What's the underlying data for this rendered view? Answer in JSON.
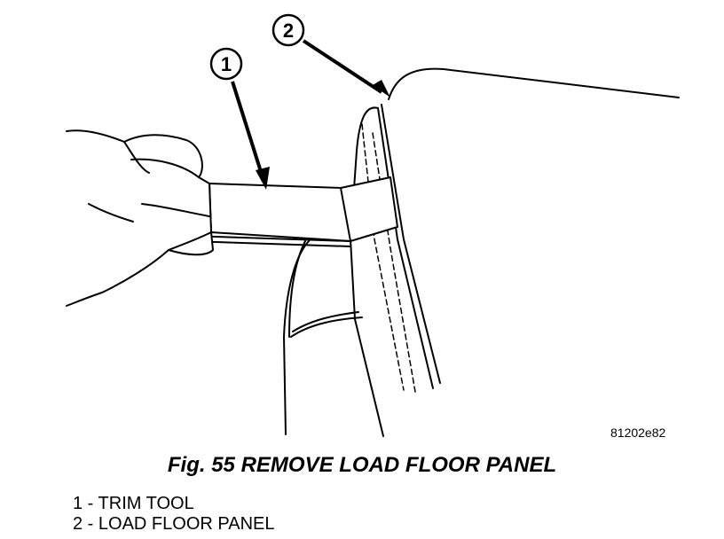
{
  "figure": {
    "code": "81202e82",
    "caption": "Fig. 55 REMOVE LOAD FLOOR PANEL",
    "callouts": [
      "1",
      "2"
    ],
    "legend": [
      {
        "num": "1",
        "sep": " - ",
        "label": "TRIM TOOL"
      },
      {
        "num": "2",
        "sep": " - ",
        "label": "LOAD FLOOR PANEL"
      }
    ]
  }
}
